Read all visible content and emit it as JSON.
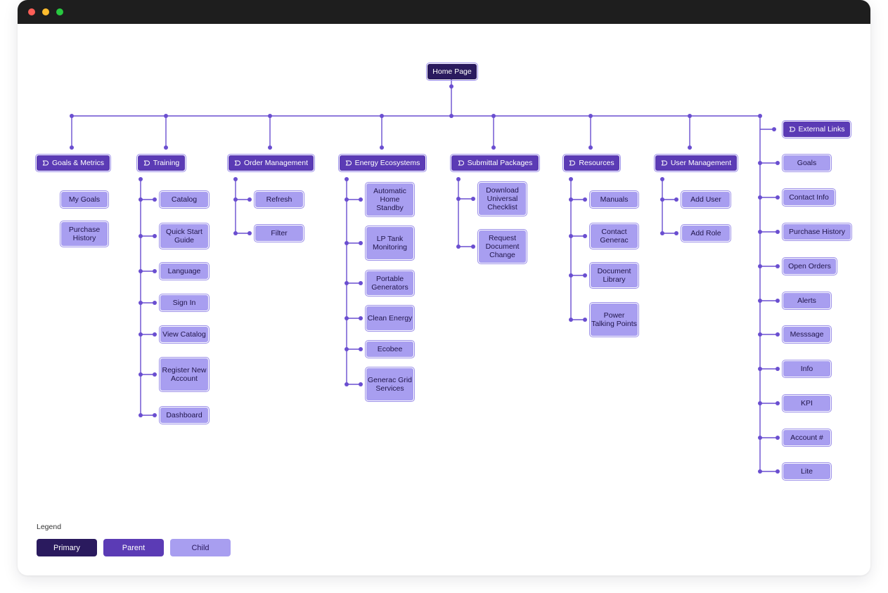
{
  "legend": {
    "title": "Legend",
    "primary": "Primary",
    "parent": "Parent",
    "child": "Child"
  },
  "colors": {
    "primary": "#2a1a5e",
    "parent": "#5b3bb5",
    "child": "#a89ef0",
    "connector": "#6a4ed0"
  },
  "root": {
    "label": "Home Page"
  },
  "sections": [
    {
      "label": "Goals & Metrics",
      "icon": "tag-icon",
      "children": [
        "My Goals",
        "Purchase History"
      ]
    },
    {
      "label": "Training",
      "icon": "tag-icon",
      "children": [
        "Catalog",
        "Quick Start Guide",
        "Language",
        "Sign In",
        "View Catalog",
        "Register New Account",
        "Dashboard"
      ]
    },
    {
      "label": "Order Management",
      "icon": "tag-icon",
      "children": [
        "Refresh",
        "Filter"
      ]
    },
    {
      "label": "Energy Ecosystems",
      "icon": "tag-icon",
      "children": [
        "Automatic Home Standby",
        "LP Tank Monitoring",
        "Portable Generators",
        "Clean Energy",
        "Ecobee",
        "Generac Grid Services"
      ]
    },
    {
      "label": "Submittal Packages",
      "icon": "tag-icon",
      "children": [
        "Download Universal Checklist",
        "Request Document Change"
      ]
    },
    {
      "label": "Resources",
      "icon": "tag-icon",
      "children": [
        "Manuals",
        "Contact Generac",
        "Document Library",
        "Power Talking Points"
      ]
    },
    {
      "label": "User Management",
      "icon": "tag-icon",
      "children": [
        "Add User",
        "Add Role"
      ]
    },
    {
      "label": "External Links",
      "icon": "tag-icon",
      "children": [
        "Goals",
        "Contact Info",
        "Purchase History",
        "Open Orders",
        "Alerts",
        "Messsage",
        "Info",
        "KPI",
        "Account #",
        "Lite"
      ]
    }
  ]
}
